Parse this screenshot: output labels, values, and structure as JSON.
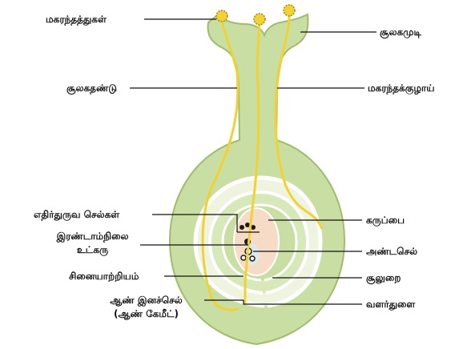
{
  "labels": {
    "pollen_grains": "மகரந்தத்துகள்",
    "stigma": "சூலகமுடி",
    "style": "சூலகதண்டு",
    "pollen_tube": "மகரந்தக்குழாய்",
    "antipodal_cells": "எதிர்துருவ செல்கள்",
    "ovary": "கருப்பை",
    "secondary_nucleus_line1": "இரண்டாம்நிலை",
    "secondary_nucleus_line2": "உட்கரு",
    "egg_cell": "அண்டசெல்",
    "synergids": "சினையாற்றியம்",
    "ovule": "சூலுறை",
    "male_gamete_line1": "ஆண் இனச்செல்",
    "male_gamete_line2": "(ஆண் கேமீட்)",
    "micropyle": "வளர்துளை"
  },
  "colors": {
    "tissue": "#c9dea3",
    "tissue_stroke": "#9fbd6b",
    "pollen_tube": "#f2d233",
    "embryo_sac": "#f6dcc6",
    "nucleus": "#1a1a1a",
    "leader": "#111111"
  }
}
